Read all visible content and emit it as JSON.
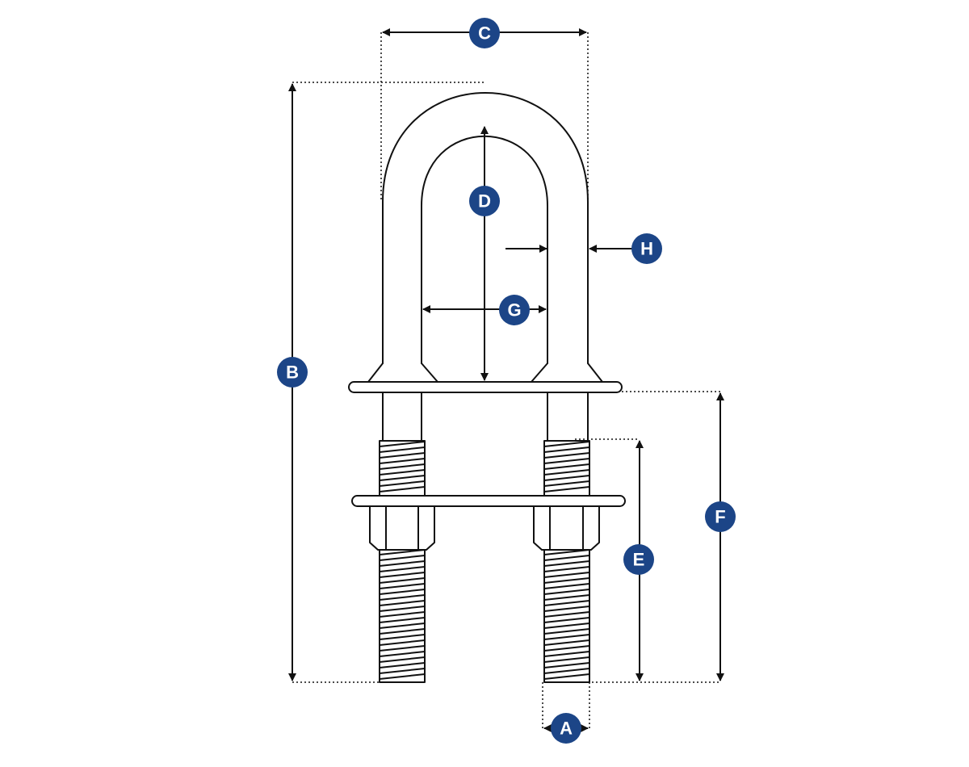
{
  "diagram": {
    "subject": "u-bolt",
    "badge_color": "#1c4587",
    "line_color": "#111111",
    "labels": {
      "a": "A",
      "b": "B",
      "c": "C",
      "d": "D",
      "e": "E",
      "f": "F",
      "g": "G",
      "h": "H"
    }
  }
}
